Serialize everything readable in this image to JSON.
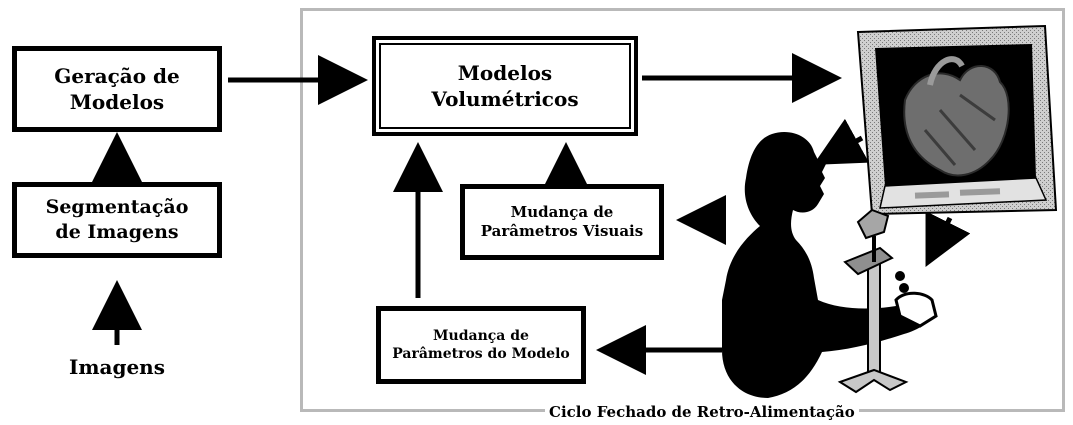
{
  "diagram": {
    "nodes": {
      "geracao": {
        "lines": [
          "Geração de",
          "Modelos"
        ]
      },
      "segmentacao": {
        "lines": [
          "Segmentação",
          "de Imagens"
        ]
      },
      "imagens": {
        "label": "Imagens"
      },
      "modelos": {
        "lines": [
          "Modelos",
          "Volumétricos"
        ]
      },
      "mudanca_visuais": {
        "lines": [
          "Mudança de",
          "Parâmetros Visuais"
        ]
      },
      "mudanca_modelo": {
        "lines": [
          "Mudança de",
          "Parâmetros do Modelo"
        ]
      }
    },
    "loop_caption": "Ciclo Fechado de Retro-Alimentação",
    "illustrations": [
      "monitor-with-heart",
      "human-silhouette",
      "haptic-device"
    ],
    "colors": {
      "stroke": "#000000",
      "frame": "#b9b9b9",
      "heart": "#6e6e6e",
      "device": "#c8c8c8"
    }
  }
}
